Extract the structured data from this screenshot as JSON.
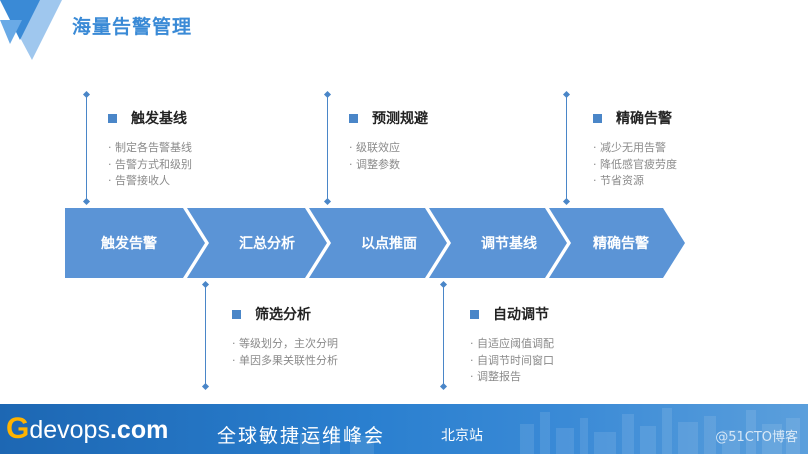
{
  "title": "海量告警管理",
  "colors": {
    "accent": "#3a8ad6",
    "chevron": "#5b94d6",
    "node": "#4a86c8",
    "brand_g": "#ffb300"
  },
  "chevrons": [
    {
      "label": "触发告警"
    },
    {
      "label": "汇总分析"
    },
    {
      "label": "以点推面"
    },
    {
      "label": "调节基线"
    },
    {
      "label": "精确告警"
    }
  ],
  "blocks": {
    "top1": {
      "title": "触发基线",
      "items": [
        "制定各告警基线",
        "告警方式和级别",
        "告警接收人"
      ]
    },
    "top2": {
      "title": "预测规避",
      "items": [
        "级联效应",
        "调整参数"
      ]
    },
    "top3": {
      "title": "精确告警",
      "items": [
        "减少无用告警",
        "降低感官疲劳度",
        "节省资源"
      ]
    },
    "bot1": {
      "title": "筛选分析",
      "items": [
        "等级划分，主次分明",
        "单因多果关联性分析"
      ]
    },
    "bot2": {
      "title": "自动调节",
      "items": [
        "自适应阈值调配",
        "自调节时间窗口",
        "调整报告"
      ]
    }
  },
  "footer": {
    "brand_g": "G",
    "brand_rest": "devops",
    "brand_dom": ".com",
    "summit": "全球敏捷运维峰会",
    "city": "北京站",
    "watermark": "@51CTO博客"
  }
}
